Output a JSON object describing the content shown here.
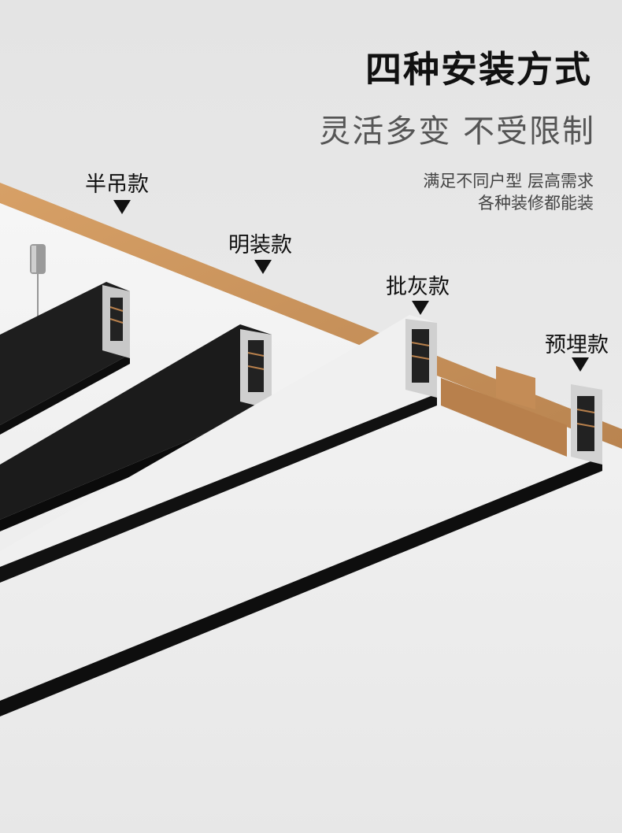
{
  "header": {
    "title": "四种安装方式",
    "subtitle": "灵活多变 不受限制",
    "description_lines": [
      "满足不同户型 层高需求",
      "各种装修都能装"
    ]
  },
  "install_types": [
    {
      "label": "半吊款"
    },
    {
      "label": "明装款"
    },
    {
      "label": "批灰款"
    },
    {
      "label": "预埋款"
    }
  ],
  "colors": {
    "background": "#e9e9e9",
    "wood": "#c9935c",
    "rail": "#1a1a1a",
    "ceiling": "#f3f3f3"
  }
}
